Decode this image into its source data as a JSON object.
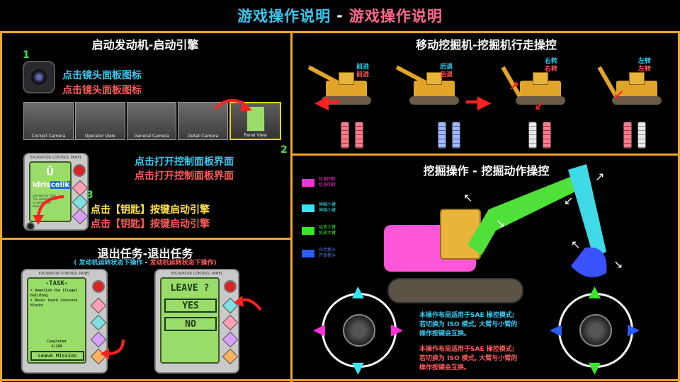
{
  "header": {
    "title_left": "游戏操作说明",
    "sep": "-",
    "title_right": "游戏操作说明"
  },
  "engine": {
    "title": "启动发动机-启动引擎",
    "step1": {
      "num": "1",
      "line_a": "点击镜头面板图标",
      "line_b": "点击镜头面板图标"
    },
    "cameras": [
      "Cockpit Camera",
      "Operator View",
      "General Camera",
      "Detail Camera",
      "Panel View"
    ],
    "step2": {
      "num": "2",
      "line_a": "点击打开控制面板界面",
      "line_b": "点击打开控制面板界面"
    },
    "step3": {
      "num": "3",
      "line_a": "点击【钥匙】按键启动引擎",
      "line_b": "点击【钥匙】按键启动引擎"
    },
    "panel_header": "EXCAVATOR CONTROL PANEL",
    "panel_brand_a": "idris",
    "panel_brand_b": "celik",
    "panel_text": "Use key for start\nThe control panel\nis called with\nstart"
  },
  "exit": {
    "title": "退出任务-退出任务",
    "subtitle_a": "( 发动机运转状态下操作",
    "subtitle_sep": " - ",
    "subtitle_b": "发动机运转状态下操作)",
    "panel_header": "EXCAVATOR CONTROL PANEL",
    "task_title": "-TASK-",
    "task_lines": "• Demolish the illegal building\n• Never touch concrete blocks",
    "completed": "Completed",
    "progress": "0/200",
    "leave_btn": "Leave Mission",
    "leave_q": "LEAVE ?",
    "yes": "YES",
    "no": "NO"
  },
  "move": {
    "title": "移动挖掘机-挖掘机行走操控",
    "items": [
      {
        "label_a": "前进",
        "label_b": "前进"
      },
      {
        "label_a": "后退",
        "label_b": "后退"
      },
      {
        "label_a": "右转",
        "label_b": "右转"
      },
      {
        "label_a": "左转",
        "label_b": "左转"
      }
    ]
  },
  "dig": {
    "title": "挖掘操作 - 挖掘动作操控",
    "legend": [
      {
        "color": "#ff2fd7",
        "line_a": "机身回转",
        "line_b": "机身回转"
      },
      {
        "color": "#35e6f0",
        "line_a": "伸缩小臂",
        "line_b": "伸缩小臂"
      },
      {
        "color": "#36e62a",
        "line_a": "抬放大臂",
        "line_b": "抬放大臂"
      },
      {
        "color": "#2a5cff",
        "line_a": "开合挖斗",
        "line_b": "开合挖斗"
      }
    ],
    "note1": "本操作布局适用于SAE 操控模式;\n若切换为 ISO 模式, 大臂与小臂的\n操作按键会互换。",
    "note2": "本操作布局适用于SAE 操控模式;\n若切换为 ISO 模式, 大臂与小臂的\n操作按键会互换。"
  },
  "colors": {
    "frame": "#f5a623",
    "cyan": "#39c8f0",
    "pink": "#ff5a5a",
    "magenta": "#ff2fd7",
    "green": "#36e62a",
    "blue": "#2a5cff"
  }
}
